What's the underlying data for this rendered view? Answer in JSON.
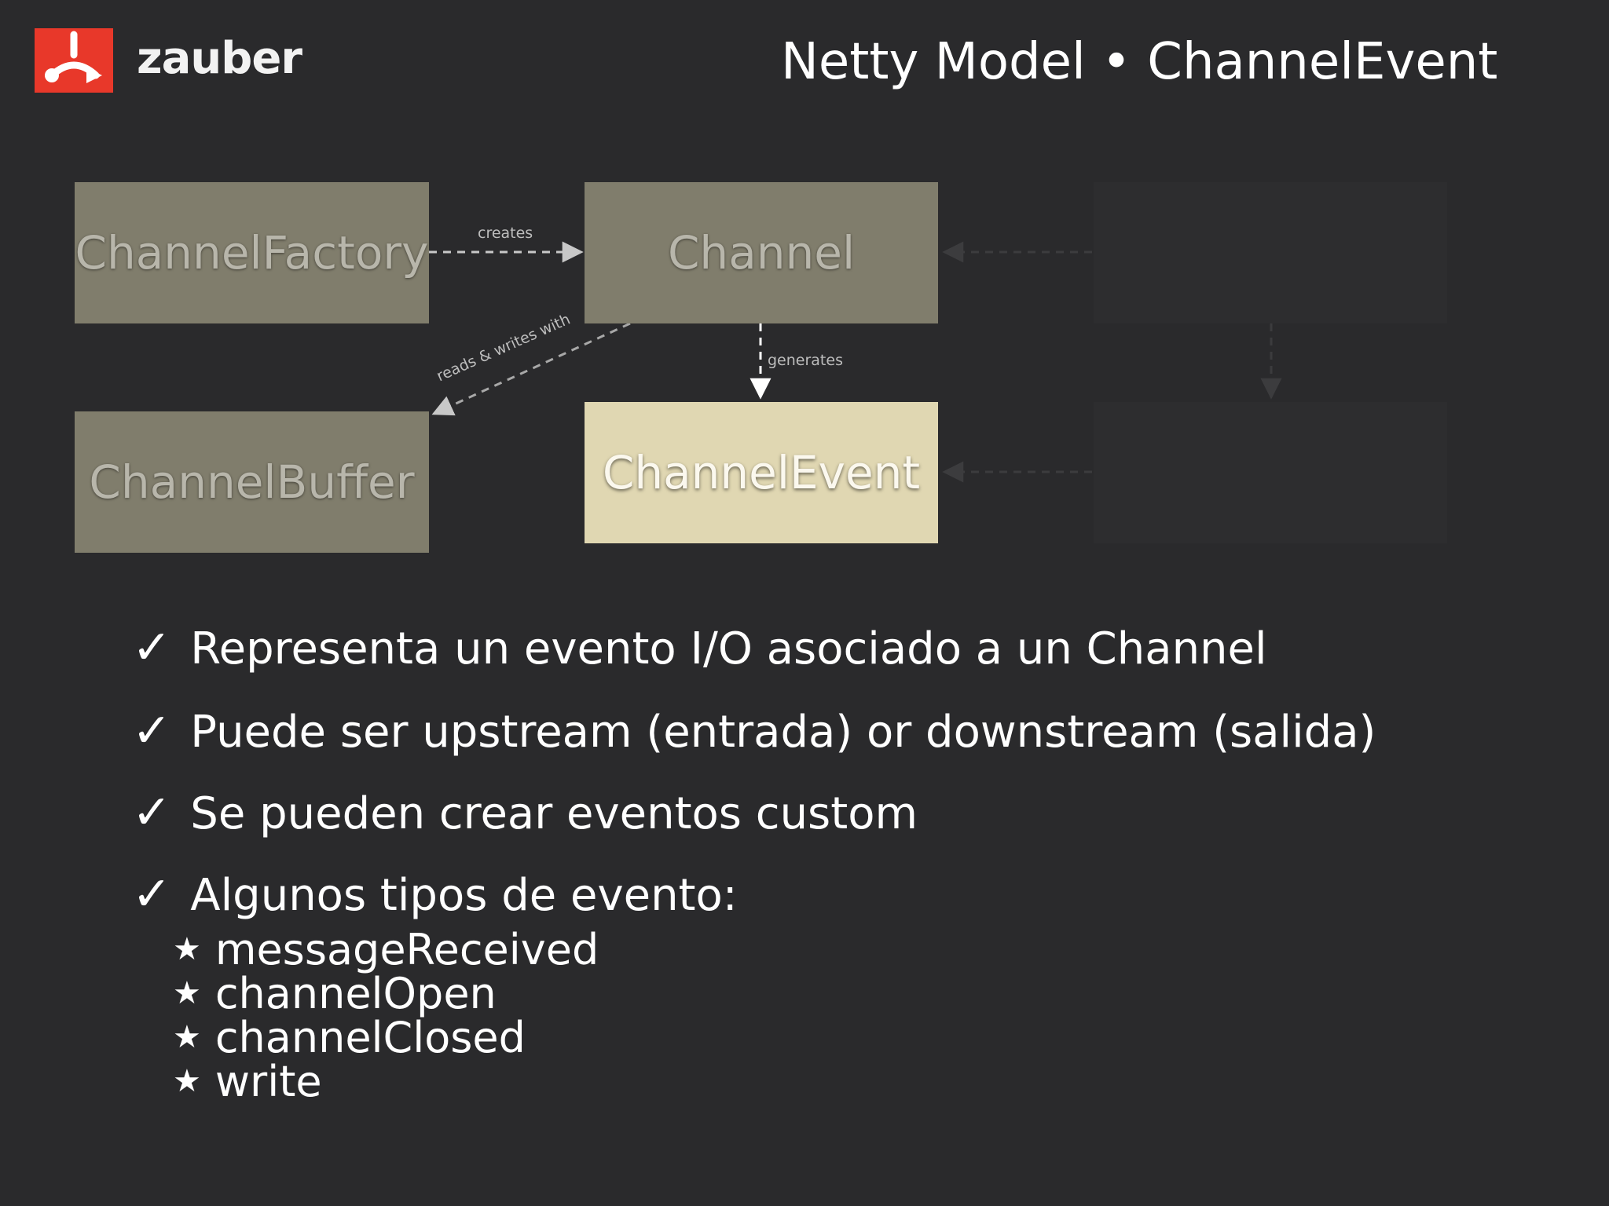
{
  "brand": {
    "name": "zauber"
  },
  "title": "Netty Model • ChannelEvent",
  "diagram": {
    "nodes": {
      "channel_factory": "ChannelFactory",
      "channel": "Channel",
      "channel_buffer": "ChannelBuffer",
      "channel_event": "ChannelEvent"
    },
    "edges": {
      "creates": "creates",
      "reads_writes": "reads & writes with",
      "generates": "generates"
    }
  },
  "bullets": [
    "Representa un evento I/O asociado a un Channel",
    "Puede ser upstream (entrada) or downstream (salida)",
    "Se pueden crear eventos custom",
    "Algunos tipos de evento:"
  ],
  "event_types": [
    "messageReceived",
    "channelOpen",
    "channelClosed",
    "write"
  ],
  "glyphs": {
    "check": "✓",
    "star": "★"
  },
  "colors": {
    "background": "#2a2a2c",
    "logo_red": "#e8382a",
    "muted_box": "#807d6c",
    "active_box": "#e0d7b2"
  }
}
